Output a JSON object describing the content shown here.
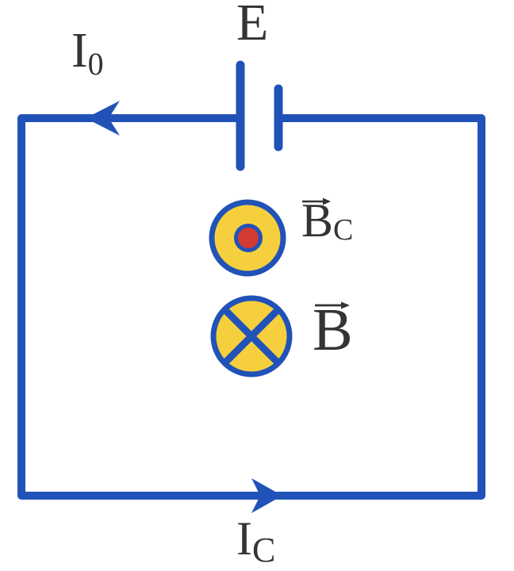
{
  "figure": {
    "type": "physics-circuit-diagram",
    "background": "#ffffff",
    "colors": {
      "wire_blue": "#2152b8",
      "symbol_yellow": "#f5cf3d",
      "dot_red": "#d23b33",
      "label_ink": "#343434"
    },
    "battery": {
      "label": "E",
      "symbol": "battery-two-plate-emf-source"
    },
    "currents": {
      "loop_current": {
        "base": "I",
        "subscript": "0",
        "arrow_direction": "left-along-top-wire"
      },
      "capacitor_current": {
        "base": "I",
        "subscript": "C",
        "arrow_direction": "right-along-bottom-wire"
      }
    },
    "fields": {
      "capacitor_field": {
        "base": "B",
        "subscript": "C",
        "vector": true,
        "symbol": "circle-dot-out-of-page"
      },
      "total_field": {
        "base": "B",
        "subscript": "",
        "vector": true,
        "symbol": "circle-cross-into-page"
      }
    }
  }
}
